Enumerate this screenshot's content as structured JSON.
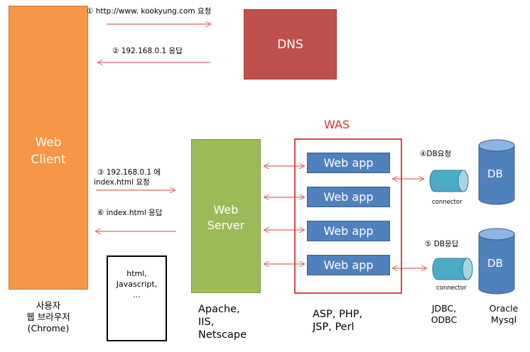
{
  "client": {
    "line1": "Web",
    "line2": "Client",
    "caption1": "사용자",
    "caption2": "웹 브라우저",
    "caption3": "(Chrome)"
  },
  "dns": {
    "label": "DNS"
  },
  "steps": {
    "s1": "① http://www. kookyung.com 요청",
    "s2": "② 192.168.0.1 응답",
    "s3a": "③ 192.168.0.1 에",
    "s3b": "index.html 요청",
    "s6": "⑥ index.html 응답",
    "s4": "④DB요청",
    "s5": "⑤ DB응답"
  },
  "web_server": {
    "line1": "Web",
    "line2": "Server",
    "caption1": "Apache,",
    "caption2": "IIS,",
    "caption3": "Netscape"
  },
  "was": {
    "title": "WAS",
    "apps": [
      "Web app",
      "Web app",
      "Web app",
      "Web app"
    ],
    "caption1": "ASP, PHP,",
    "caption2": "JSP, Perl"
  },
  "doc": {
    "line1": "html,",
    "line2": "Javascript,",
    "line3": "..."
  },
  "connector": {
    "label1": "connector",
    "label2": "connector",
    "caption1": "JDBC,",
    "caption2": "ODBC"
  },
  "db": {
    "label1": "DB",
    "label2": "DB",
    "caption1": "Oracle",
    "caption2": "Mysql"
  },
  "colors": {
    "client": "#f79646",
    "dns": "#c0504d",
    "web_server": "#9bbb59",
    "app": "#4f81bd",
    "connector": "#4bacc6",
    "db": "#4f81bd",
    "arrow": "#e06666"
  }
}
